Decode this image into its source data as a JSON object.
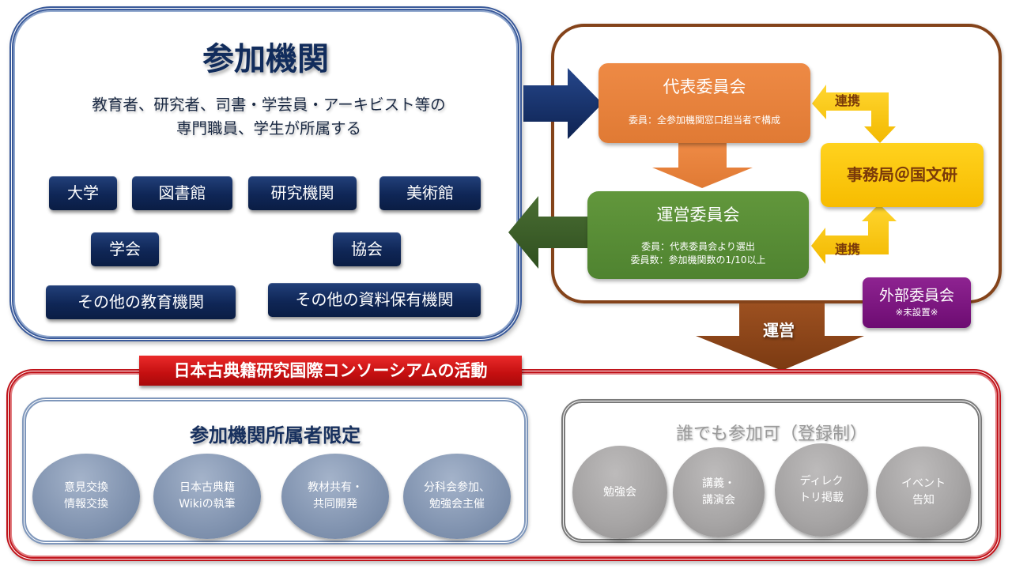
{
  "institutions": {
    "title": "参加機関",
    "description_line1": "教育者、研究者、司書・学芸員・アーキビスト等の",
    "description_line2": "専門職員、学生が所属する",
    "types": [
      "大学",
      "図書館",
      "研究機関",
      "美術館",
      "学会",
      "協会",
      "その他の教育機関",
      "その他の資料保有機関"
    ]
  },
  "governance": {
    "representative_committee": {
      "title": "代表委員会",
      "note": "委員：全参加機関窓口担当者で構成"
    },
    "management_committee": {
      "title": "運営委員会",
      "note_line1": "委員：代表委員会より選出",
      "note_line2": "委員数：参加機関数の1/10以上"
    },
    "secretariat": "事務局＠国文研",
    "link_label_top": "連携",
    "link_label_bottom": "連携",
    "external_committee": {
      "title": "外部委員会",
      "note": "※未設置※"
    },
    "operation_label": "運営"
  },
  "activities": {
    "banner": "日本古典籍研究国際コンソーシアムの活動",
    "members_only": {
      "title": "参加機関所属者限定",
      "items": [
        {
          "line1": "意見交換",
          "line2": "情報交換"
        },
        {
          "line1": "日本古典籍",
          "line2": "Wikiの執筆"
        },
        {
          "line1": "教材共有・",
          "line2": "共同開発"
        },
        {
          "line1": "分科会参加、",
          "line2": "勉強会主催"
        }
      ]
    },
    "open": {
      "title": "誰でも参加可（登録制）",
      "items": [
        {
          "line1": "勉強会",
          "line2": ""
        },
        {
          "line1": "講義・",
          "line2": "講演会"
        },
        {
          "line1": "ディレク",
          "line2": "トリ掲載"
        },
        {
          "line1": "イベント",
          "line2": "告知"
        }
      ]
    }
  },
  "colors": {
    "navy": "#0f2656",
    "orange": "#e8823c",
    "green": "#568a34",
    "gold": "#fcc30a",
    "purple": "#7d1882",
    "brown": "#84431a",
    "red": "#c40f10"
  }
}
